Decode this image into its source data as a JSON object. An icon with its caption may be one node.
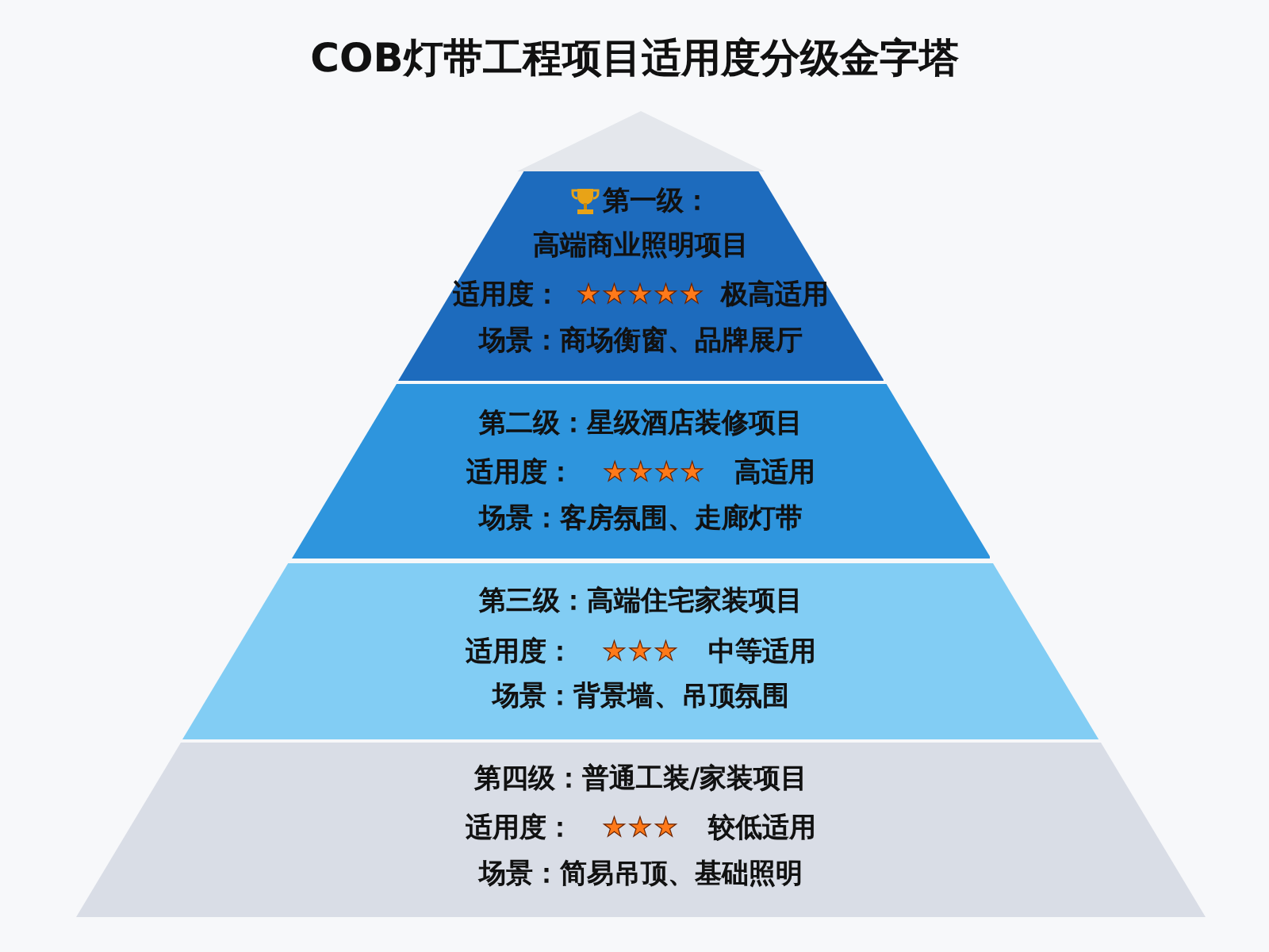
{
  "diagram": {
    "title": "COB灯带工程项目适用度分级金字塔",
    "nodes": [
      {
        "text": [],
        "shape": "triangle"
      },
      {
        "text": [
          "第一级：",
          "高端商业照明项目",
          "适用度：",
          "★★★★★",
          "极高适用",
          "场景：商场衡窗、品牌展厅"
        ]
      },
      {
        "text": [
          "第二级：星级酒店装修项目",
          "适用度：",
          "★★★★",
          "高适用",
          "场景：客房氛围、走廊灯带"
        ]
      },
      {
        "text": [
          "第三级：高端住宅家装项目",
          "适用度：",
          "★★★",
          "中等适用",
          "场景：背景墙、吊顶氛围"
        ]
      },
      {
        "text": [
          "第四级：普通工装/家装项目",
          "适用度：",
          "★★★",
          "较低适用",
          "场景：简易吊顶、基础照明"
        ]
      }
    ]
  }
}
